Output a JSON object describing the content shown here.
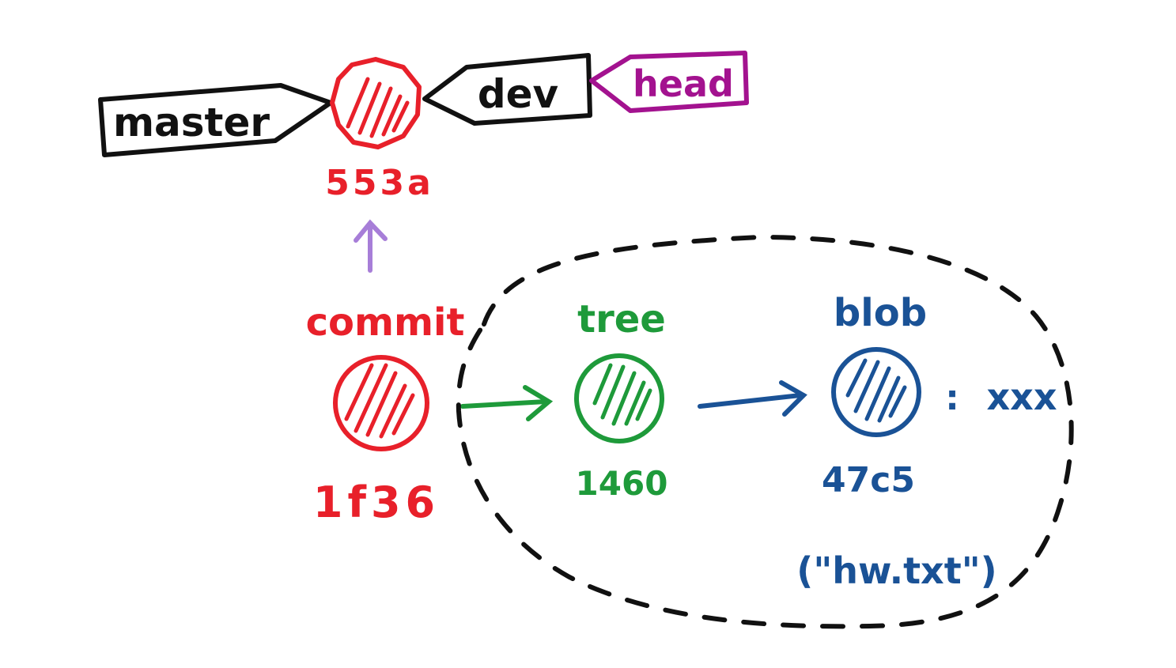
{
  "colors": {
    "black": "#111111",
    "red": "#e8202a",
    "green": "#1e9a3a",
    "blue": "#1a5296",
    "purple": "#a3128f",
    "lavender": "#a77ed8"
  },
  "labels": {
    "master": "master",
    "dev": "dev",
    "head": "head",
    "head_commit_hash": "553a",
    "commit_title": "commit",
    "commit_hash": "1f36",
    "tree_title": "tree",
    "tree_hash": "1460",
    "blob_title": "blob",
    "blob_hash": "47c5",
    "blob_content_sep": ":",
    "blob_content": "xxx",
    "blob_filename": "(\"hw.txt\")"
  },
  "icons": {
    "commit_node": "hatched-circle-icon",
    "tree_node": "hatched-circle-icon",
    "blob_node": "hatched-circle-icon",
    "parent_arrow": "arrow-up-icon",
    "commit_to_tree_arrow": "arrow-right-icon",
    "tree_to_blob_arrow": "arrow-right-icon"
  }
}
